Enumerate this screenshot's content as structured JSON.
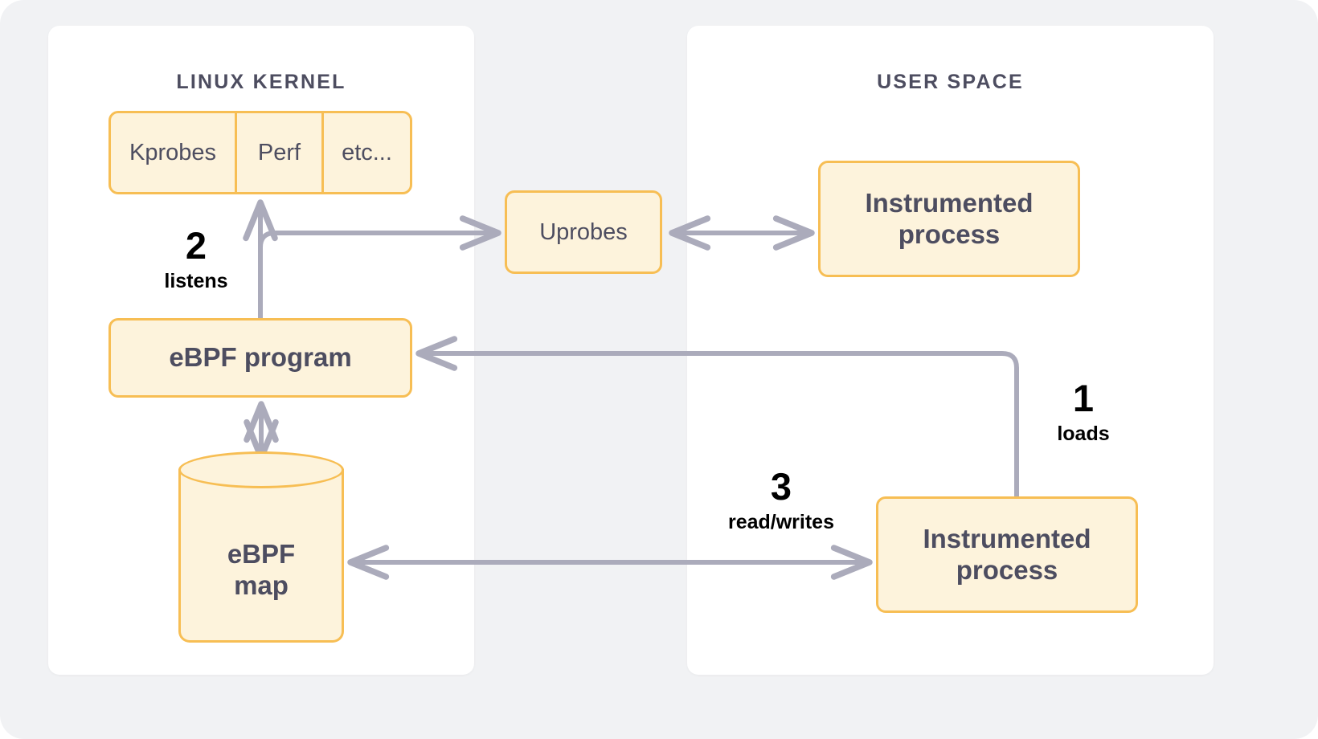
{
  "diagram": {
    "title_kernel": "LINUX KERNEL",
    "title_user": "USER SPACE",
    "accent_border": "#F7BE54",
    "accent_fill": "#FDF3DC",
    "text_color": "#4D4D60",
    "arrow_color": "#ABABBB",
    "panel_bg": "#FFFFFF",
    "canvas_bg": "#F1F2F4"
  },
  "kernel": {
    "probes": [
      {
        "label": "Kprobes"
      },
      {
        "label": "Perf"
      },
      {
        "label": "etc..."
      }
    ],
    "ebpf_program": "eBPF program",
    "ebpf_map": "eBPF\nmap",
    "ebpf_map_line1": "eBPF",
    "ebpf_map_line2": "map"
  },
  "bridge": {
    "uprobes": "Uprobes"
  },
  "user": {
    "process_top_line1": "Instrumented",
    "process_top_line2": "process",
    "process_bottom_line1": "Instrumented",
    "process_bottom_line2": "process"
  },
  "steps": [
    {
      "id": "1",
      "number": "1",
      "caption": "loads"
    },
    {
      "id": "2",
      "number": "2",
      "caption": "listens"
    },
    {
      "id": "3",
      "number": "3",
      "caption": "read/writes"
    }
  ]
}
